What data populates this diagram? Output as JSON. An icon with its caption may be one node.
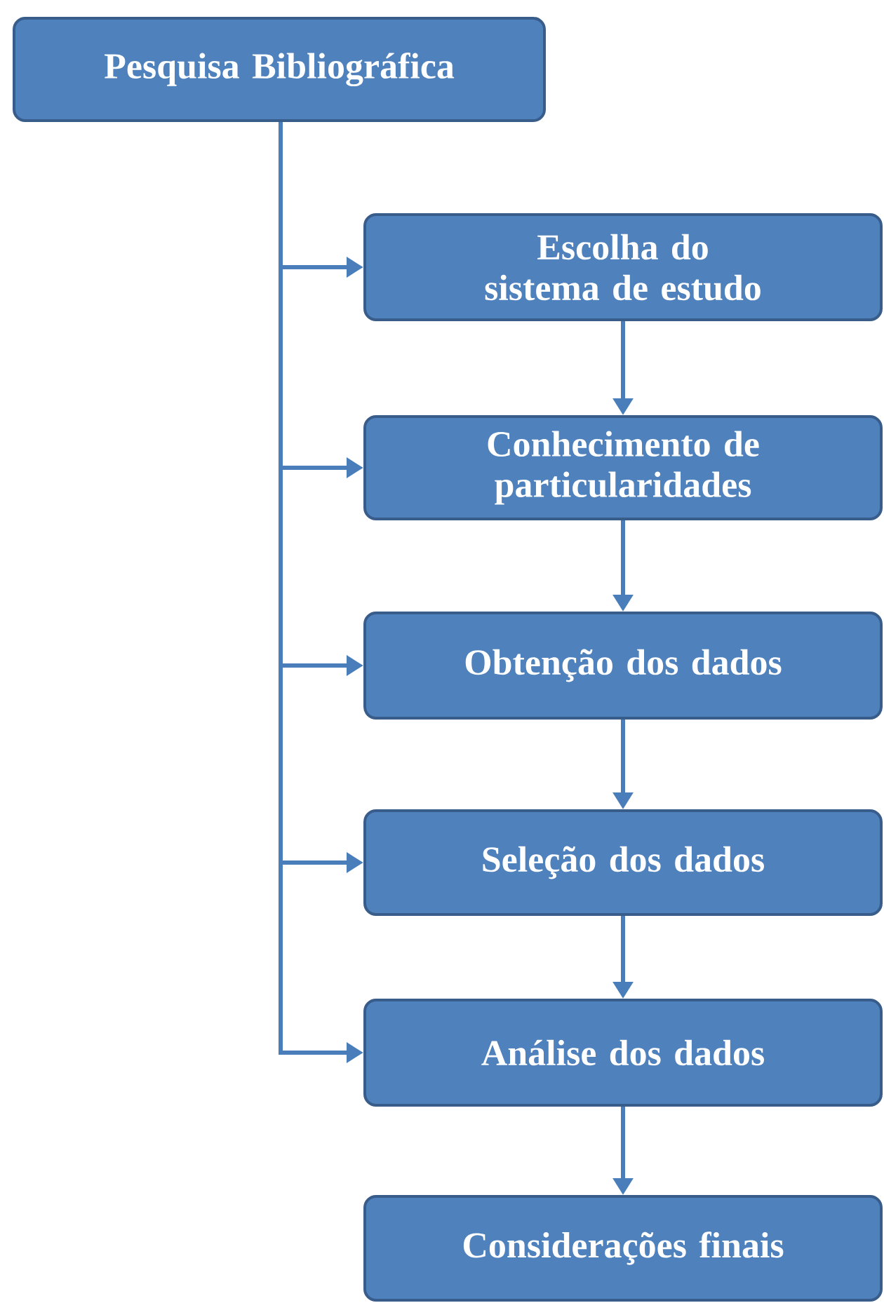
{
  "diagram": {
    "nodes": [
      {
        "text": [
          "Pesquisa Bibliográfica"
        ]
      },
      {
        "text": [
          "Escolha do sistema de estudo"
        ]
      },
      {
        "text": [
          "Conhecimento de particularidades"
        ]
      },
      {
        "text": [
          "Obtenção dos dados"
        ]
      },
      {
        "text": [
          "Seleção dos dados"
        ]
      },
      {
        "text": [
          "Análise dos dados"
        ]
      },
      {
        "text": [
          "Considerações finais"
        ]
      }
    ],
    "edges": [
      {
        "from": 0,
        "to": 1,
        "arrow": "to"
      },
      {
        "from": 0,
        "to": 2,
        "arrow": "to"
      },
      {
        "from": 0,
        "to": 3,
        "arrow": "to"
      },
      {
        "from": 0,
        "to": 4,
        "arrow": "to"
      },
      {
        "from": 0,
        "to": 5,
        "arrow": "to"
      },
      {
        "from": 1,
        "to": 2,
        "arrow": "to"
      },
      {
        "from": 2,
        "to": 3,
        "arrow": "to"
      },
      {
        "from": 3,
        "to": 4,
        "arrow": "to"
      },
      {
        "from": 4,
        "to": 5,
        "arrow": "to"
      },
      {
        "from": 5,
        "to": 6,
        "arrow": "to"
      }
    ]
  }
}
